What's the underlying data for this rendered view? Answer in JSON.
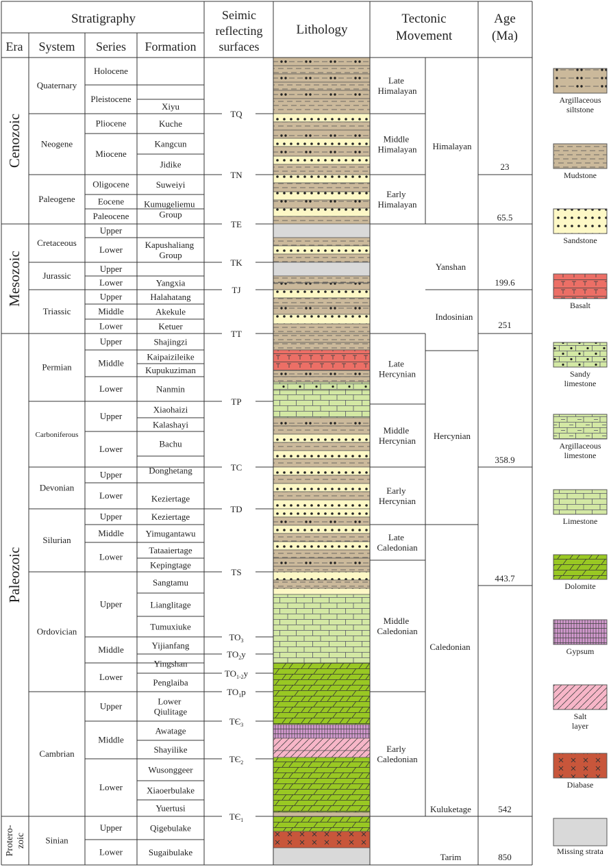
{
  "headers": {
    "stratigraphy": "Stratigraphy",
    "era": "Era",
    "system": "System",
    "series": "Series",
    "formation": "Formation",
    "seismic": [
      "Seimic",
      "reflecting",
      "surfaces"
    ],
    "lithology": "Lithology",
    "tectonic": [
      "Tectonic",
      "Movement"
    ],
    "age": [
      "Age",
      "(Ma)"
    ]
  },
  "eras": [
    "Cenozoic",
    "Mesozoic",
    "Paleozoic",
    "Protero-zoic"
  ],
  "systems": [
    "Quaternary",
    "Neogene",
    "Paleogene",
    "Cretaceous",
    "Jurassic",
    "Triassic",
    "Permian",
    "Carboniferous",
    "Devonian",
    "Silurian",
    "Ordovician",
    "Cambrian",
    "Sinian"
  ],
  "series": [
    "Holocene",
    "Pleistocene",
    "Pliocene",
    "Miocene",
    "Oligocene",
    "Eocene",
    "Paleocene",
    "Upper",
    "Lower",
    "Upper",
    "Lower",
    "Upper",
    "Middle",
    "Lower",
    "Upper",
    "Middle",
    "Lower",
    "Upper",
    "Lower",
    "Upper",
    "Lower",
    "Upper",
    "Middle",
    "Lower",
    "Upper",
    "Middle",
    "Lower",
    "Upper",
    "Middle",
    "Lower",
    "Upper",
    "Lower"
  ],
  "formations": [
    "Xiyu",
    "Kuche",
    "Kangcun",
    "Jidike",
    "Suweiyi",
    "Kumugeliemu Group",
    "Kapushaliang Group",
    "Yangxia",
    "Halahatang",
    "Akekule",
    "Ketuer",
    "Shajingzi",
    "Kaipaizileike",
    "Kupukuziman",
    "Nanmin",
    "Xiaohaizi",
    "Kalashayi",
    "Bachu",
    "Donghetang",
    "Keziertage",
    "Keziertage",
    "Yimugantawu",
    "Tataaiertage",
    "Kepingtage",
    "Sangtamu",
    "Lianglitage",
    "Tumuxiuke",
    "Yijianfang",
    "Yingshan",
    "Penglaiba",
    "Lower Qiulitage",
    "Awatage",
    "Shayilike",
    "Wusonggeer",
    "Xiaoerbulake",
    "Yuertusi",
    "Qigebulake",
    "Sugaibulake"
  ],
  "seismic_surfaces": [
    {
      "base": "TQ",
      "sub": ""
    },
    {
      "base": "TN",
      "sub": ""
    },
    {
      "base": "TE",
      "sub": ""
    },
    {
      "base": "TK",
      "sub": ""
    },
    {
      "base": "TJ",
      "sub": ""
    },
    {
      "base": "TT",
      "sub": ""
    },
    {
      "base": "TP",
      "sub": ""
    },
    {
      "base": "TC",
      "sub": ""
    },
    {
      "base": "TD",
      "sub": ""
    },
    {
      "base": "TS",
      "sub": ""
    },
    {
      "base": "TO",
      "sub": "3"
    },
    {
      "base": "TO",
      "sub": "2",
      "suffix": "y"
    },
    {
      "base": "TO",
      "sub": "1-2",
      "suffix": "y"
    },
    {
      "base": "TO",
      "sub": "1",
      "suffix": "p"
    },
    {
      "base": "TЄ",
      "sub": "3"
    },
    {
      "base": "TЄ",
      "sub": "2"
    },
    {
      "base": "TЄ",
      "sub": "1"
    }
  ],
  "tectonic_sub": [
    "Late Himalayan",
    "Middle Himalayan",
    "Early Himalayan",
    "Late Hercynian",
    "Middle Hercynian",
    "Early Hercynian",
    "Late Caledonian",
    "Middle Caledonian",
    "Early Caledonian"
  ],
  "tectonic_main": [
    "Himalayan",
    "Yanshan",
    "Indosinian",
    "Hercynian",
    "Caledonian",
    "Kuluketage",
    "Tarim"
  ],
  "ages": [
    "23",
    "65.5",
    "199.6",
    "251",
    "358.9",
    "443.7",
    "542",
    "850"
  ],
  "legend": [
    {
      "pattern": "argsilt",
      "label": "Argillaceous siltstone"
    },
    {
      "pattern": "mud",
      "label": "Mudstone"
    },
    {
      "pattern": "sand",
      "label": "Sandstone"
    },
    {
      "pattern": "basalt",
      "label": "Basalt"
    },
    {
      "pattern": "sandylime",
      "label": "Sandy limestone"
    },
    {
      "pattern": "arglime",
      "label": "Argillaceous limestone"
    },
    {
      "pattern": "lime",
      "label": "Limestone"
    },
    {
      "pattern": "dolo",
      "label": "Dolomite"
    },
    {
      "pattern": "gyps",
      "label": "Gypsum"
    },
    {
      "pattern": "salt",
      "label": "Salt layer"
    },
    {
      "pattern": "diabase",
      "label": "Diabase"
    },
    {
      "pattern": "missing",
      "label": "Missing strata"
    }
  ],
  "colors": {
    "mudstone": "#cbb99b",
    "sandstone": "#fdf8c6",
    "basalt": "#ec6f66",
    "limestone": "#d3e8a4",
    "dolomite": "#99c823",
    "gypsum": "#d49ad0",
    "salt": "#f7b6c8",
    "diabase": "#c8563b",
    "missing": "#d9d9d9"
  }
}
